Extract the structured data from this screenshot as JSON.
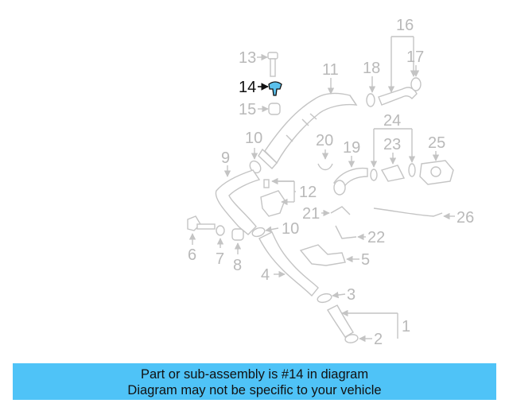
{
  "diagram": {
    "highlight_color": "#5bc0eb",
    "labels": {
      "p1": "1",
      "p2": "2",
      "p3": "3",
      "p4": "4",
      "p5": "5",
      "p6": "6",
      "p7": "7",
      "p8": "8",
      "p9": "9",
      "p10a": "10",
      "p10b": "10",
      "p11": "11",
      "p12": "12",
      "p13": "13",
      "p14": "14",
      "p15": "15",
      "p16": "16",
      "p17": "17",
      "p18": "18",
      "p19": "19",
      "p20": "20",
      "p21": "21",
      "p22": "22",
      "p23": "23",
      "p24": "24",
      "p25": "25",
      "p26": "26"
    }
  },
  "banner": {
    "color": "#4fc3f7",
    "line1": "Part or sub-assembly is #14 in diagram",
    "line2": "Diagram may not be specific to your vehicle"
  }
}
